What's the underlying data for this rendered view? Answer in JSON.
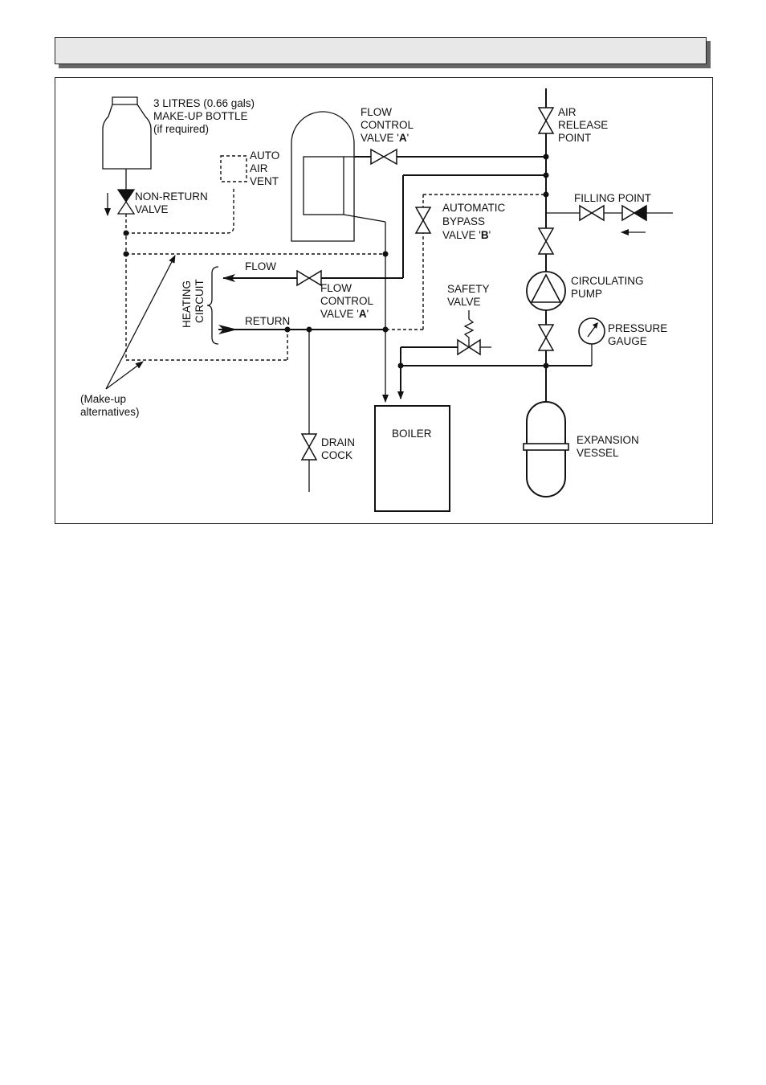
{
  "bottle": {
    "line1": "3 LITRES (0.66 gals)",
    "line2": "MAKE-UP BOTTLE",
    "line3": "(if required)"
  },
  "non_return_valve": {
    "line1": "NON-RETURN",
    "line2": "VALVE"
  },
  "auto_air_vent": {
    "line1": "AUTO",
    "line2": "AIR",
    "line3": "VENT"
  },
  "flow_control_top": {
    "line1": "FLOW",
    "line2": "CONTROL",
    "line3_pre": "VALVE '",
    "line3_bold": "A",
    "line3_post": "'"
  },
  "air_release": {
    "line1": "AIR",
    "line2": "RELEASE",
    "line3": "POINT"
  },
  "filling_point": {
    "label": "FILLING POINT"
  },
  "bypass_valve": {
    "line1": "AUTOMATIC",
    "line2": "BYPASS",
    "line3_pre": "VALVE '",
    "line3_bold": "B",
    "line3_post": "'"
  },
  "heating_circuit": {
    "line1": "HEATING",
    "line2": "CIRCUIT"
  },
  "flow_label": "FLOW",
  "return_label": "RETURN",
  "flow_control_mid": {
    "line1": "FLOW",
    "line2": "CONTROL",
    "line3_pre": "VALVE '",
    "line3_bold": "A",
    "line3_post": "'"
  },
  "safety_valve": {
    "line1": "SAFETY",
    "line2": "VALVE"
  },
  "circulating_pump": {
    "line1": "CIRCULATING",
    "line2": "PUMP"
  },
  "pressure_gauge": {
    "line1": "PRESSURE",
    "line2": "GAUGE"
  },
  "makeup_alt": {
    "line1": "(Make-up",
    "line2": "alternatives)"
  },
  "drain_cock": {
    "line1": "DRAIN",
    "line2": "COCK"
  },
  "boiler": "BOILER",
  "expansion_vessel": {
    "line1": "EXPANSION",
    "line2": "VESSEL"
  }
}
